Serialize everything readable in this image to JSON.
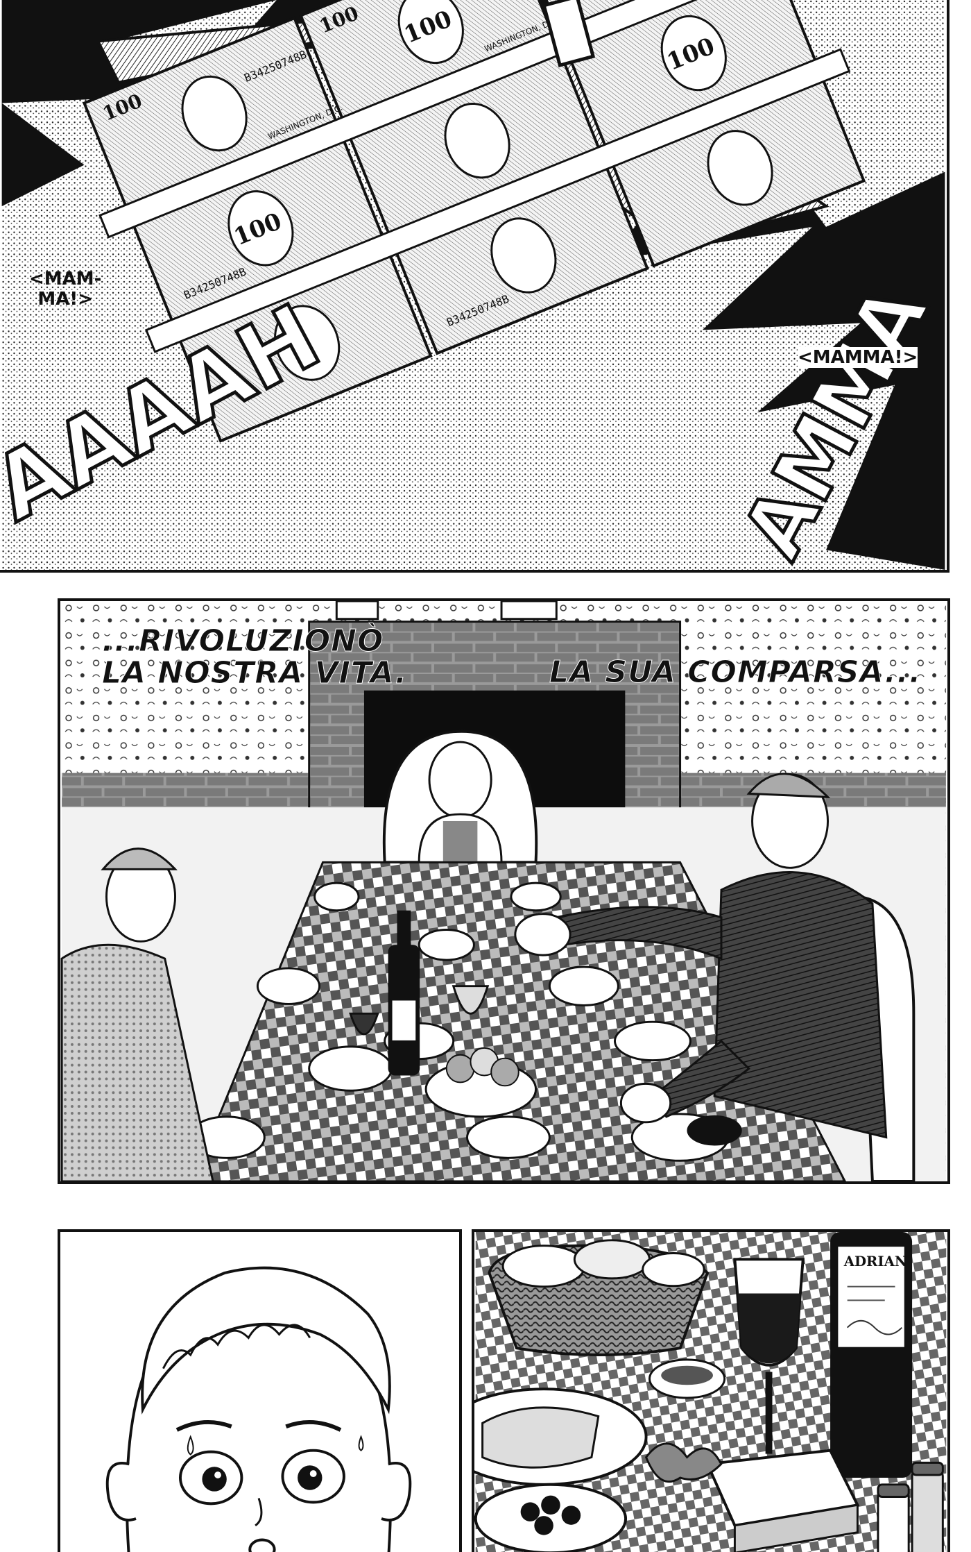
{
  "panel_top": {
    "sfx_left": "<MAM-\nMA!>",
    "sfx_right": "<MAMMA!>",
    "money_letters": "AAAAH",
    "money_letters_right": "AMMA",
    "banknote": {
      "denomination": "100",
      "serial": "B34250748B",
      "serial_alt": "B34250748B",
      "city": "WASHINGTON, D.C."
    }
  },
  "panel_dinner": {
    "caption_right": "LA SUA COMPARSA...",
    "caption_left_line1": "...RIVOLUZIONÒ",
    "caption_left_line2": "LA NOSTRA VITA."
  },
  "panel_food": {
    "wine_label": "ADRIAN"
  }
}
